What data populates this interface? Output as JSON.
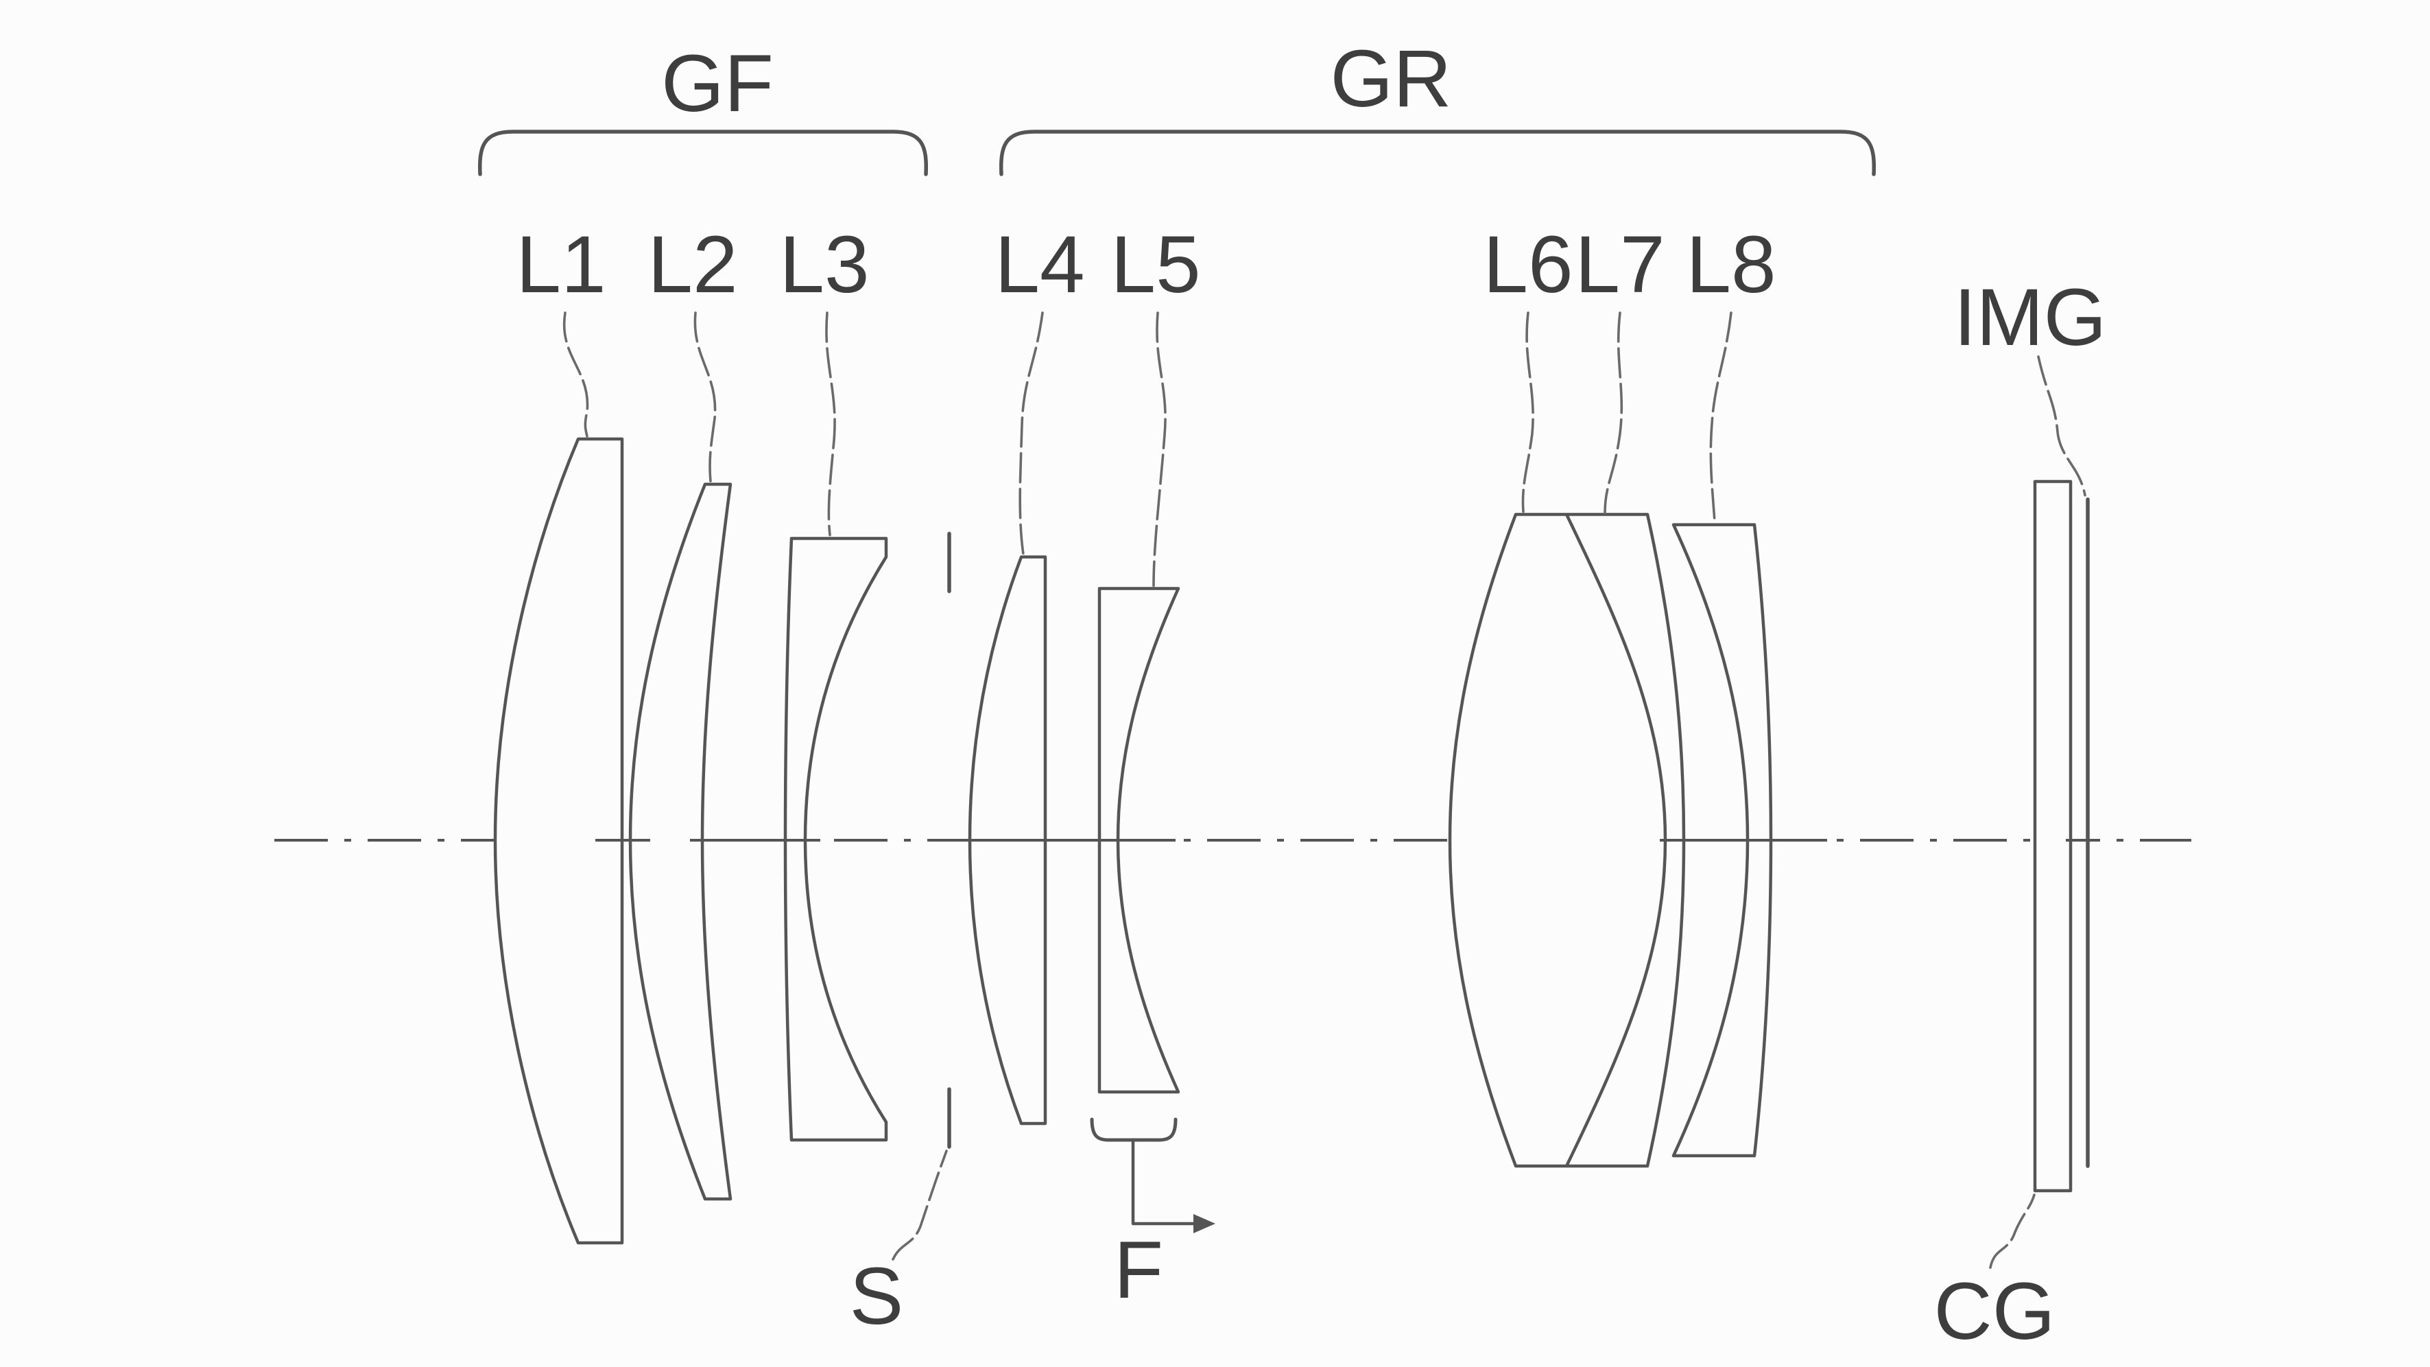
{
  "figure": {
    "kind": "optical-lens-cross-section",
    "background": "patent-style line drawing of a zoom lens with front group GF and rear group GR on a dash-dot optical axis"
  },
  "labels": {
    "gf": "GF",
    "gr": "GR",
    "l1": "L1",
    "l2": "L2",
    "l3": "L3",
    "l4": "L4",
    "l5": "L5",
    "l6": "L6",
    "l7": "L7",
    "l8": "L8",
    "s": "S",
    "f": "F",
    "img": "IMG",
    "cg": "CG"
  },
  "groups": [
    {
      "label": "GF",
      "members": [
        "L1",
        "L2",
        "L3"
      ]
    },
    {
      "label": "GR",
      "members": [
        "L4",
        "L5",
        "L6",
        "L7",
        "L8"
      ]
    }
  ],
  "marks": {
    "aperture_stop_label": "S",
    "focus_group_label": "F",
    "focus_arrow_direction": "right",
    "image_plane_label": "IMG",
    "cover_glass_label": "CG"
  },
  "colors": {
    "background": "#fcfcfc",
    "line": "#555555",
    "text": "#3e3e3e"
  }
}
